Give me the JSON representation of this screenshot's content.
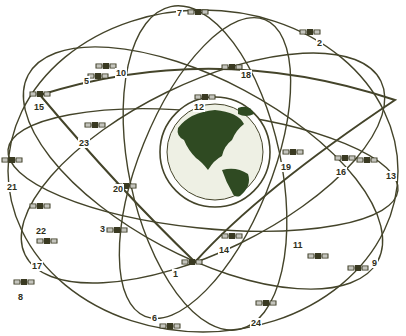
{
  "diagram": {
    "labels": [
      "7",
      "2",
      "10",
      "5",
      "18",
      "12",
      "15",
      "23",
      "19",
      "16",
      "13",
      "21",
      "20",
      "22",
      "11",
      "3",
      "14",
      "17",
      "9",
      "8",
      "1",
      "6",
      "24"
    ]
  }
}
